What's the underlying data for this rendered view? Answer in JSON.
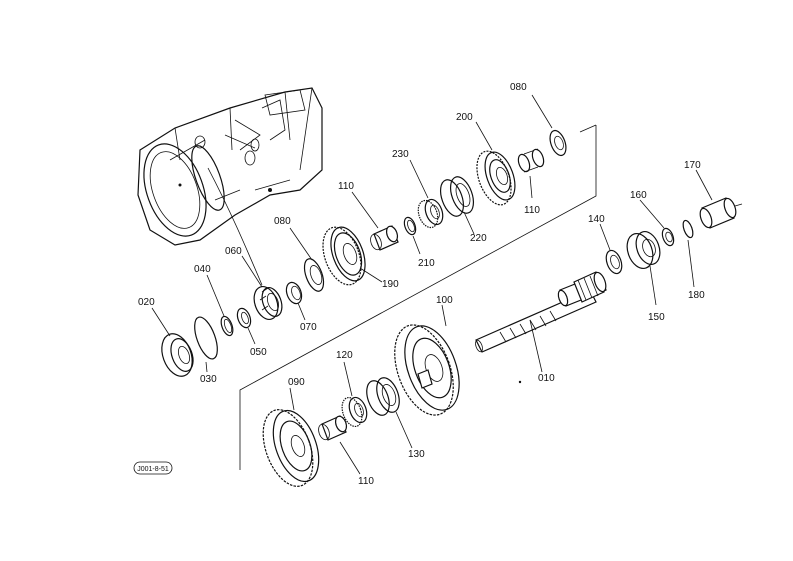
{
  "diagram": {
    "reference_code": "J001-8-51",
    "part_numbers": {
      "p010": "010",
      "p020": "020",
      "p030": "030",
      "p040": "040",
      "p050": "050",
      "p060": "060",
      "p070": "070",
      "p080a": "080",
      "p080b": "080",
      "p090": "090",
      "p100": "100",
      "p110a": "110",
      "p110b": "110",
      "p110c": "110",
      "p120": "120",
      "p130": "130",
      "p140": "140",
      "p150": "150",
      "p160": "160",
      "p170": "170",
      "p180": "180",
      "p190": "190",
      "p200": "200",
      "p210": "210",
      "p220": "220",
      "p230": "230"
    }
  }
}
